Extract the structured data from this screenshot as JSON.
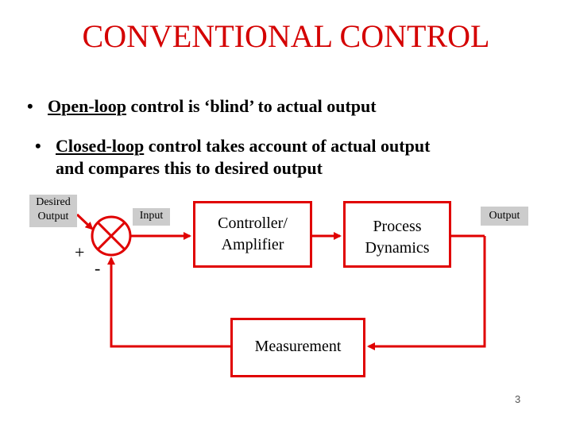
{
  "slide": {
    "title": "CONVENTIONAL CONTROL",
    "page_number": "3"
  },
  "bullets": [
    {
      "marker": "•",
      "underlined": "Open-loop",
      "rest": " control is ‘blind’ to actual output"
    },
    {
      "marker": "•",
      "underlined": "Closed-loop",
      "rest": " control takes account of actual output",
      "line2": "and compares this to desired output"
    }
  ],
  "diagram": {
    "labels": {
      "desired_output_line1": "Desired",
      "desired_output_line2": "Output",
      "input": "Input",
      "output": "Output",
      "plus": "+",
      "minus": "-"
    },
    "blocks": {
      "controller_line1": "Controller/",
      "controller_line2": "Amplifier",
      "process_line1": "Process",
      "process_line2": "Dynamics",
      "measurement": "Measurement"
    },
    "colors": {
      "title": "#d40000",
      "lines": "#e00000",
      "label_bg": "#cccccc"
    }
  }
}
